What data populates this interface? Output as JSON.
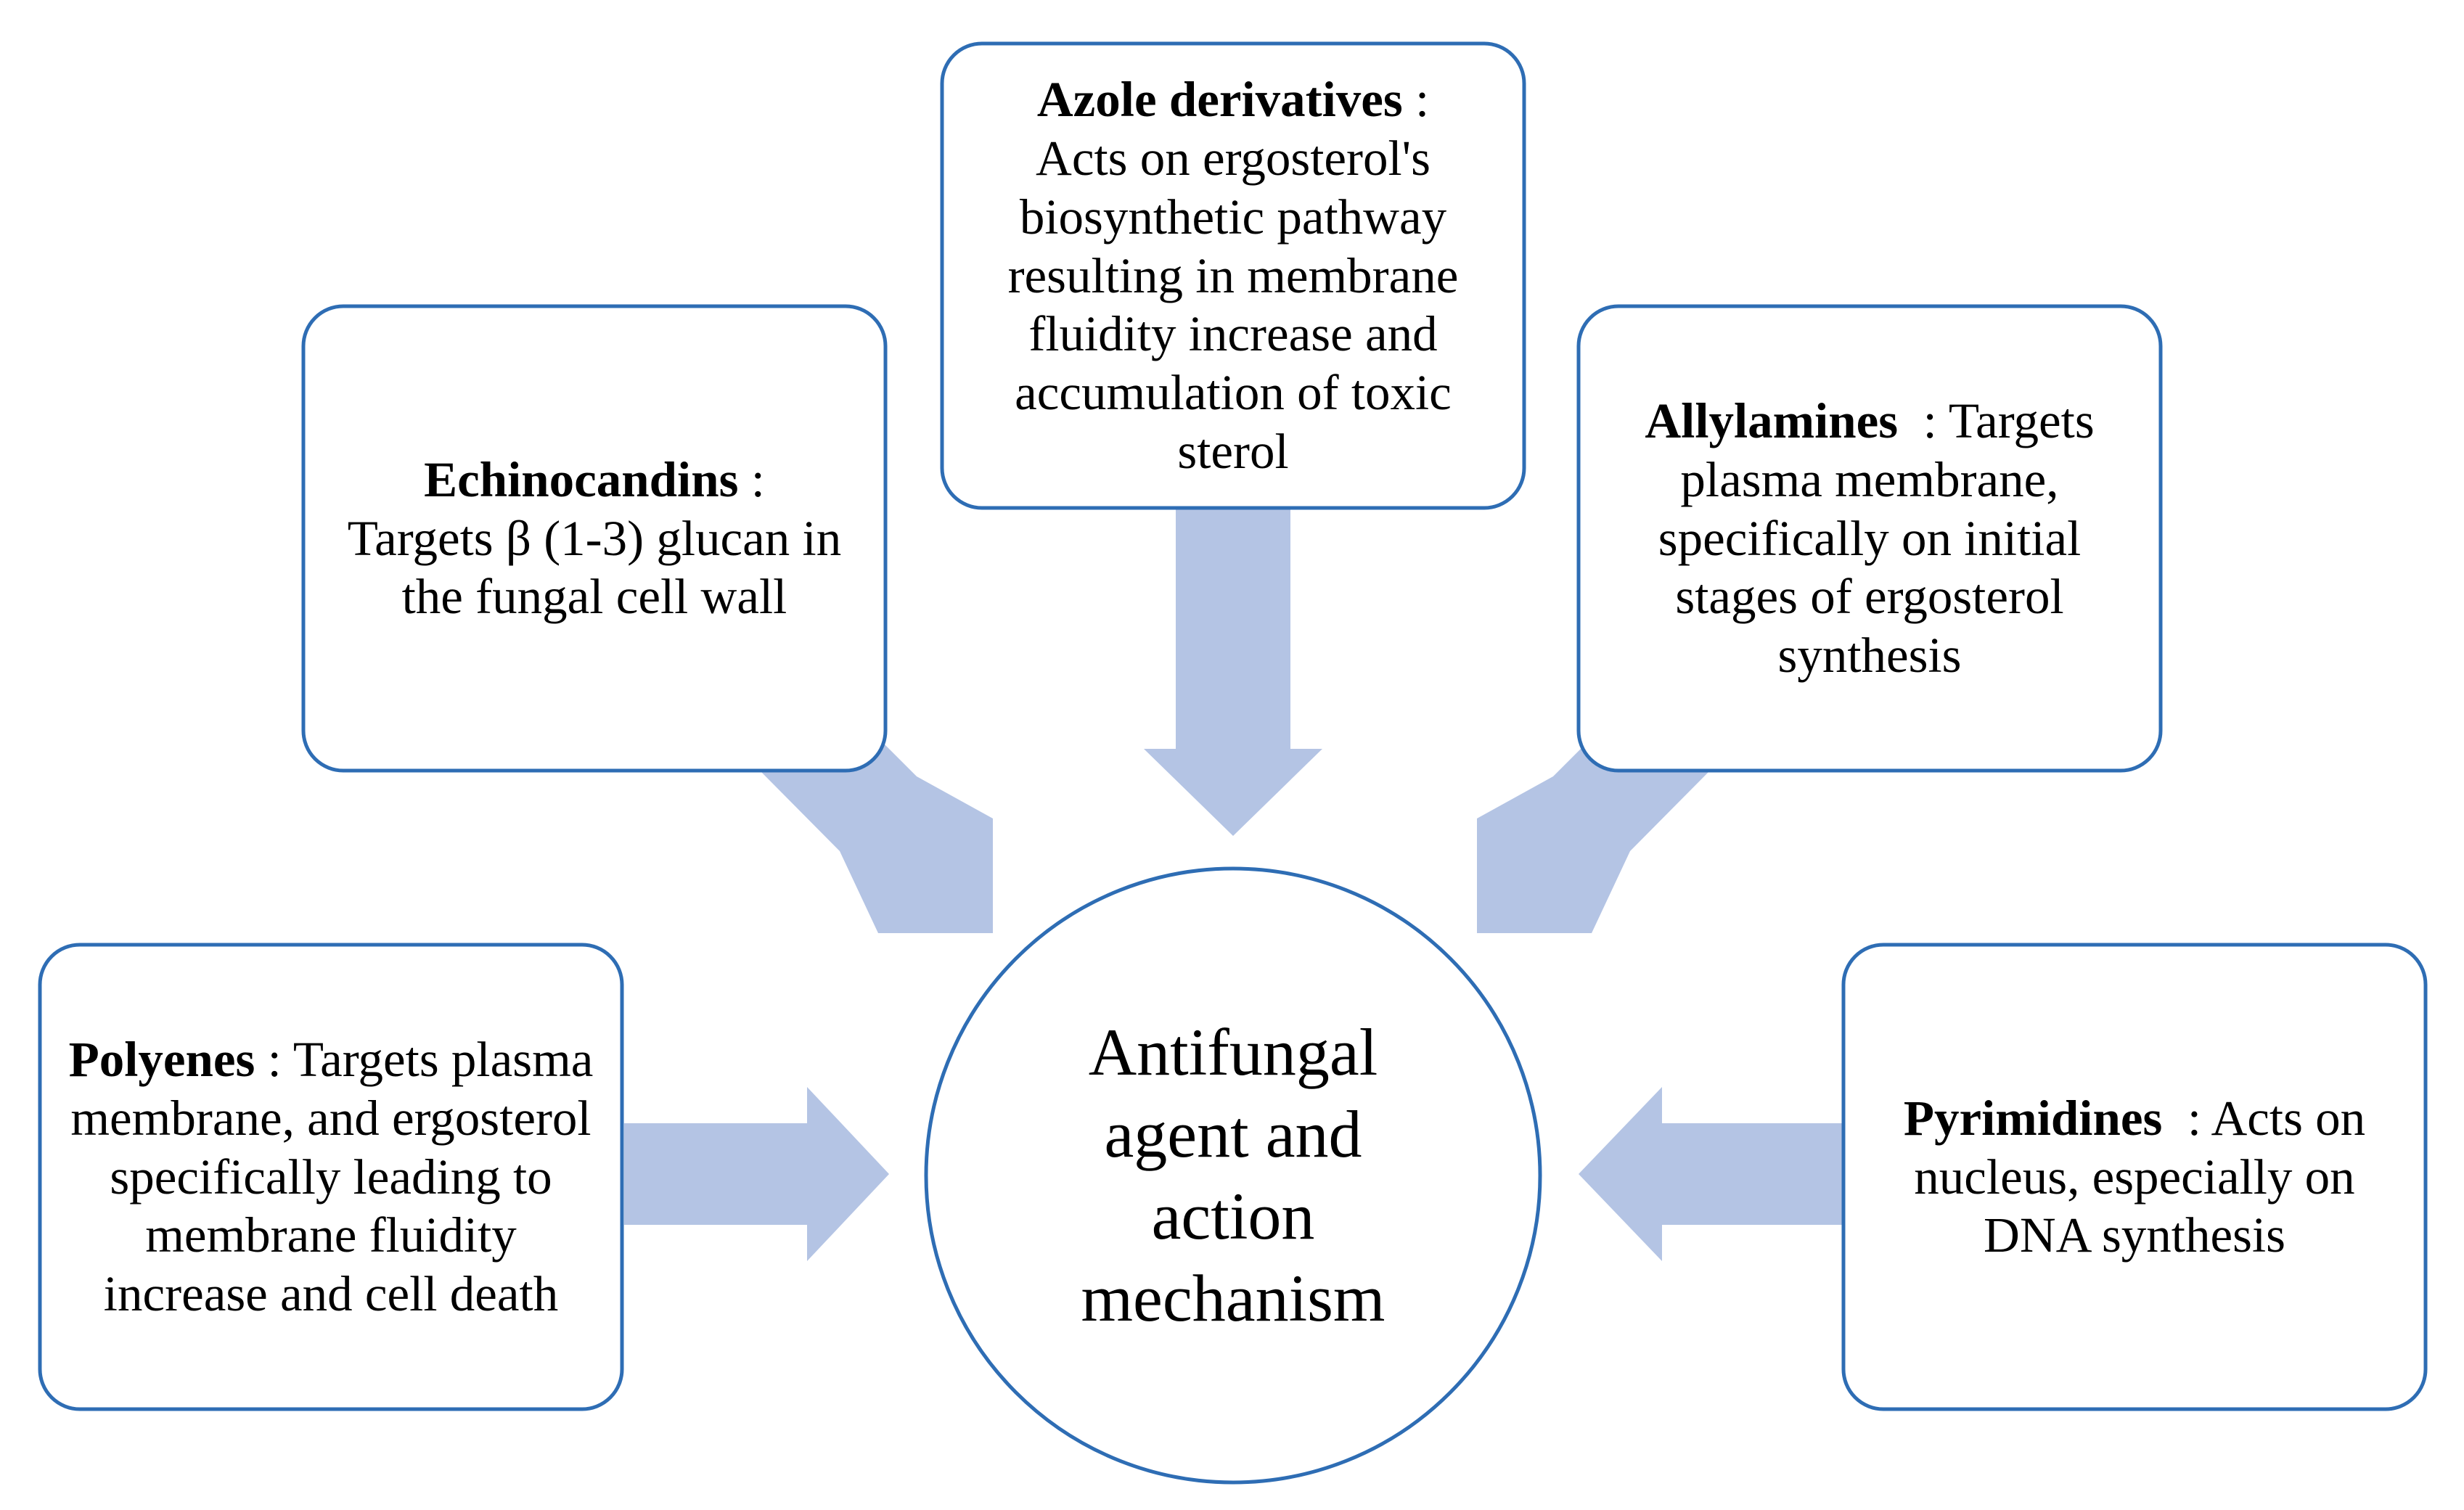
{
  "center": {
    "title": "Antifungal agent and action mechanism"
  },
  "nodes": {
    "azole": {
      "name": "Azole derivatives",
      "separator": " :",
      "description": "Acts on ergosterol's biosynthetic pathway resulting in membrane fluidity increase and accumulation of toxic sterol"
    },
    "echinocandins": {
      "name": "Echinocandins",
      "separator": " :",
      "description": "Targets β (1-3) glucan in the fungal cell wall"
    },
    "allylamines": {
      "name": "Allylamines",
      "separator": "  : ",
      "description": "Targets plasma membrane, specifically on initial stages of ergosterol synthesis"
    },
    "polyenes": {
      "name": "Polyenes",
      "separator": " : ",
      "description": "Targets plasma membrane, and ergosterol specifically leading to membrane fluidity increase and cell death"
    },
    "pyrimidines": {
      "name": "Pyrimidines",
      "separator": "  : ",
      "description": "Acts on nucleus, especially on DNA synthesis"
    }
  },
  "colors": {
    "box_border": "#2e6db4",
    "arrow_fill": "#b4c4e4",
    "text": "#000000",
    "background": "#ffffff"
  }
}
